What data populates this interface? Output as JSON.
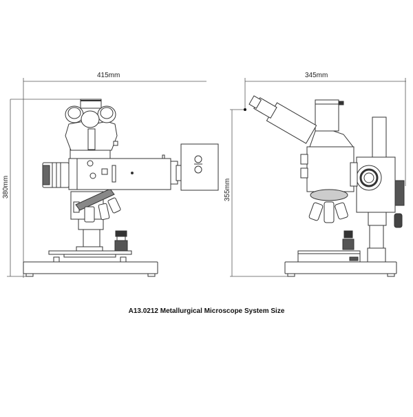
{
  "front_view": {
    "width_label": "415mm",
    "height_label": "380mm"
  },
  "side_view": {
    "width_label": "345mm",
    "height_label": "355mm"
  },
  "caption": "A13.0212  Metallurgical Microscope System Size",
  "colors": {
    "line": "#333333",
    "dim_line": "#555555",
    "background": "#ffffff"
  }
}
